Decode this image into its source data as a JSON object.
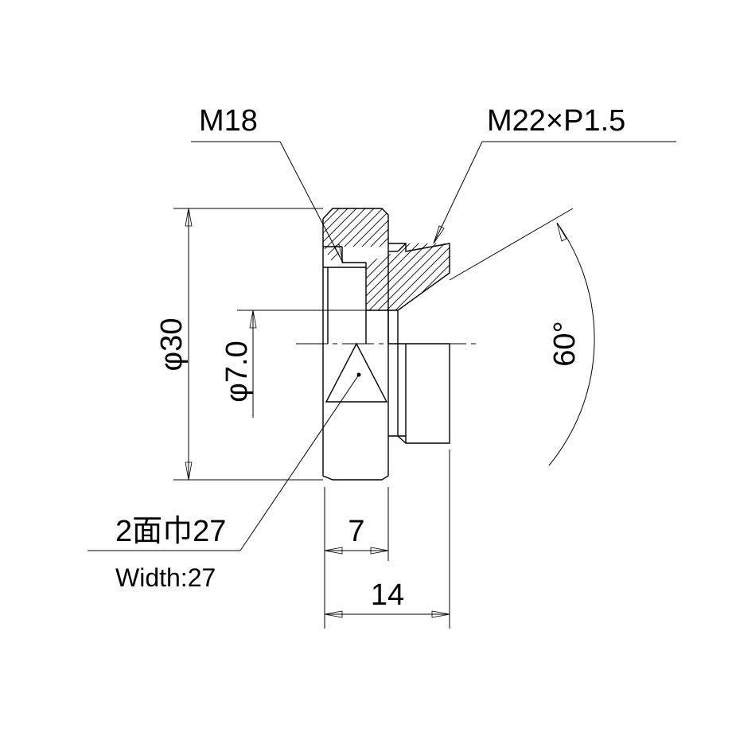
{
  "labels": {
    "thread_inner": "M18",
    "thread_outer": "M22×P1.5",
    "dia_outer": "φ30",
    "dia_hole": "φ7.0",
    "angle": "60°",
    "flats_jp": "2面巾27",
    "flats_en": "Width:27",
    "len_hex": "7",
    "len_total": "14"
  }
}
